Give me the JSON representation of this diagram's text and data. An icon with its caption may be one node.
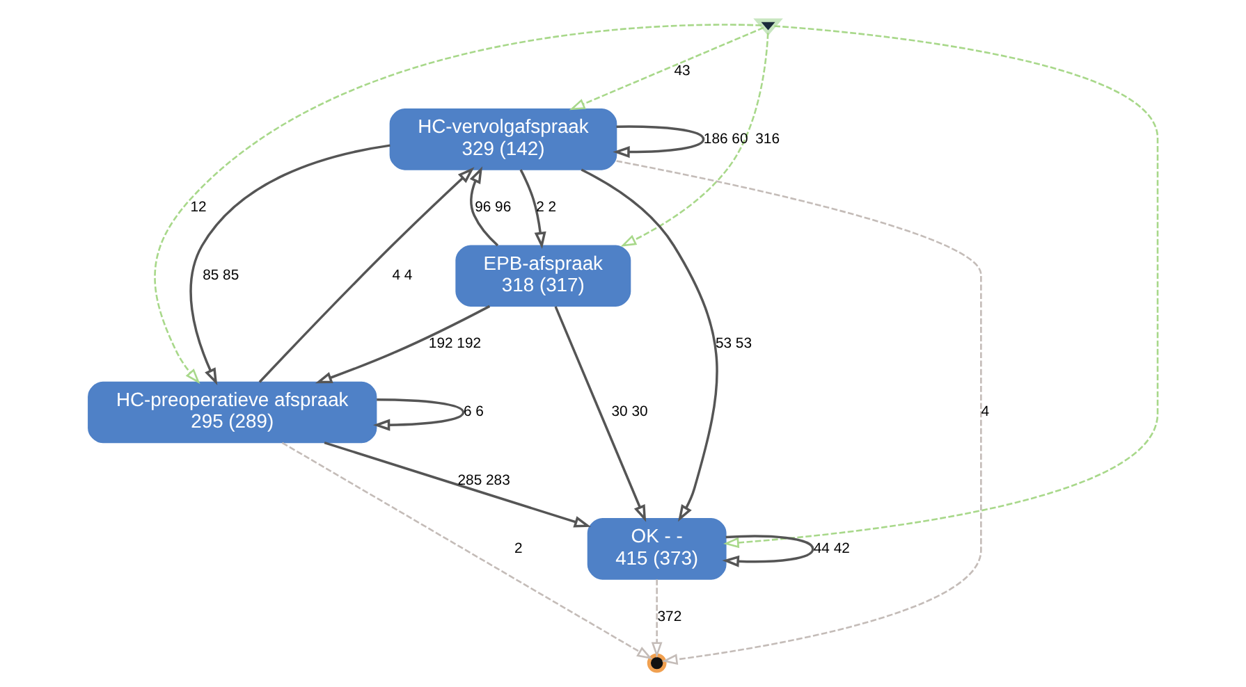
{
  "diagram": {
    "nodes": [
      {
        "text": [],
        "shape": "triangle"
      },
      {
        "text": [
          "HC-vervolgafspraak",
          "329 (142)"
        ]
      },
      {
        "text": [
          "EPB-afspraak",
          "318 (317)"
        ]
      },
      {
        "text": [
          "HC-preoperatieve afspraak",
          "295 (289)"
        ]
      },
      {
        "text": [
          "OK - -",
          "415 (373)"
        ]
      },
      {
        "text": [],
        "shape": "circle"
      }
    ],
    "edges": [
      {
        "from": 0,
        "to": 1,
        "arrow": "to",
        "label": "43",
        "style": "dashed",
        "color": "#a8d88a"
      },
      {
        "from": 0,
        "to": 2,
        "arrow": "to",
        "label": "316",
        "style": "dashed",
        "color": "#a8d88a"
      },
      {
        "from": 0,
        "to": 3,
        "arrow": "to",
        "label": "12",
        "style": "dashed",
        "color": "#a8d88a"
      },
      {
        "from": 0,
        "to": 4,
        "arrow": "to",
        "style": "dashed",
        "color": "#a8d88a"
      },
      {
        "from": 1,
        "to": 1,
        "arrow": "to",
        "label": "186 60"
      },
      {
        "from": 1,
        "to": 5,
        "arrow": "to",
        "label": "4",
        "style": "dashed",
        "color": "#c4bcb8"
      },
      {
        "from": 1,
        "to": 2,
        "arrow": "to",
        "label": "2 2"
      },
      {
        "from": 2,
        "to": 1,
        "arrow": "to",
        "label": "96 96"
      },
      {
        "from": 1,
        "to": 3,
        "arrow": "to",
        "label": "85 85"
      },
      {
        "from": 3,
        "to": 1,
        "arrow": "to",
        "label": "4 4"
      },
      {
        "from": 1,
        "to": 4,
        "arrow": "to",
        "label": "53 53"
      },
      {
        "from": 2,
        "to": 3,
        "arrow": "to",
        "label": "192 192"
      },
      {
        "from": 2,
        "to": 4,
        "arrow": "to",
        "label": "30 30"
      },
      {
        "from": 3,
        "to": 3,
        "arrow": "to",
        "label": "6 6"
      },
      {
        "from": 3,
        "to": 4,
        "arrow": "to",
        "label": "285 283"
      },
      {
        "from": 3,
        "to": 5,
        "arrow": "to",
        "label": "2",
        "style": "dashed",
        "color": "#c4bcb8"
      },
      {
        "from": 4,
        "to": 4,
        "arrow": "to",
        "label": "44 42"
      },
      {
        "from": 4,
        "to": 5,
        "arrow": "to",
        "label": "372",
        "style": "dashed",
        "color": "#c4bcb8"
      }
    ]
  }
}
